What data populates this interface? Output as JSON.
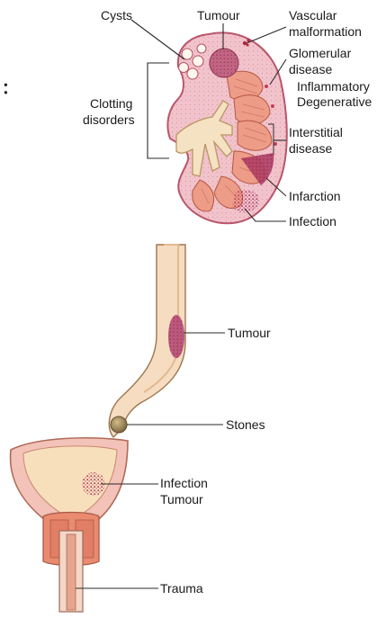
{
  "labels": {
    "cysts": "Cysts",
    "tumour_kidney": "Tumour",
    "vascular_1": "Vascular",
    "vascular_2": "malformation",
    "glomerular_1": "Glomerular",
    "glomerular_2": "disease",
    "inflammatory": "Inflammatory",
    "degenerative": "Degenerative",
    "clotting_1": "Clotting",
    "clotting_2": "disorders",
    "interstitial_1": "Interstitial",
    "interstitial_2": "disease",
    "infarction": "Infarction",
    "infection_kidney": "Infection",
    "tumour_ureter": "Tumour",
    "stones": "Stones",
    "infection_bladder": "Infection",
    "tumour_bladder": "Tumour",
    "trauma": "Trauma"
  },
  "stray_text": ":",
  "colors": {
    "kidney_fill": "#f2c4cc",
    "kidney_outline": "#b8556a",
    "ureter_fill": "#f6dcc0",
    "bladder_fill": "#f7dcb8",
    "muscle": "#e8856e",
    "lesion": "#b33a63",
    "stone": "#9a8258"
  }
}
